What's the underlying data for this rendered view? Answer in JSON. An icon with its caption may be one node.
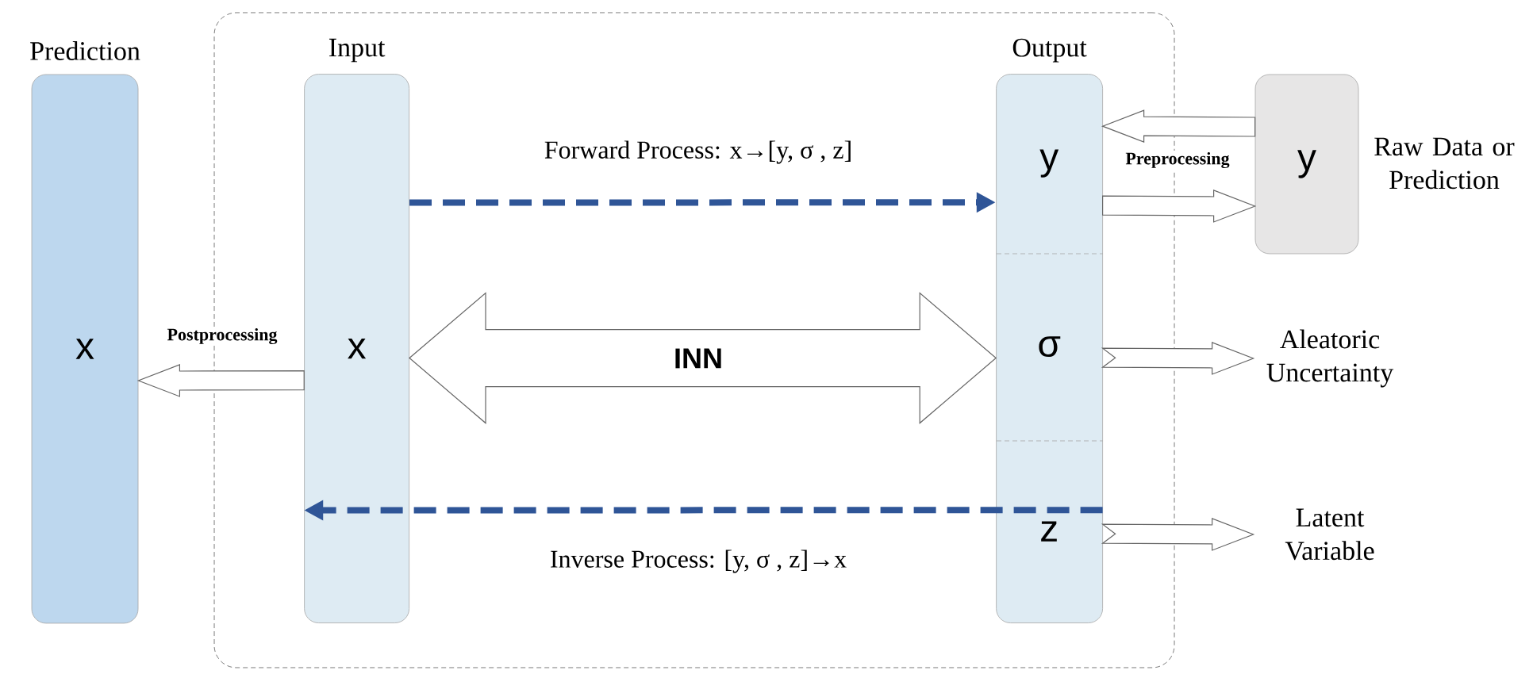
{
  "diagram": {
    "nodes": [
      {
        "text": [
          "Prediction",
          "x"
        ]
      },
      {
        "text": [],
        "shape": "box"
      },
      {
        "text": [
          "Input",
          "x"
        ],
        "in": 1
      },
      {
        "text": [
          "Output"
        ],
        "in": 1
      },
      {
        "text": [
          "y"
        ],
        "in": 3
      },
      {
        "text": [
          "σ"
        ],
        "in": 3
      },
      {
        "text": [
          "z"
        ],
        "in": 3
      },
      {
        "text": [
          "y"
        ],
        "beside": [
          "Raw Data or Prediction"
        ]
      },
      {
        "text": [
          "Aleatoric Uncertainty"
        ]
      },
      {
        "text": [
          "Latent Variable"
        ]
      }
    ],
    "edges": [
      {
        "from": 2,
        "to": 0,
        "arrow": "to",
        "label": "Postprocessing"
      },
      {
        "from": 2,
        "to": 4,
        "arrow": "to",
        "style": "dashed",
        "color": "#2f5597",
        "label": "Forward Process: x→[y, σ , z]"
      },
      {
        "from": 2,
        "to": 3,
        "arrow": "both",
        "label": "INN"
      },
      {
        "from": 6,
        "to": 2,
        "arrow": "to",
        "style": "dashed",
        "color": "#2f5597",
        "label": "Inverse Process: [y, σ , z]→x"
      },
      {
        "from": 7,
        "to": 4,
        "arrow": "to",
        "label": "Preprocessing"
      },
      {
        "from": 4,
        "to": 7,
        "arrow": "to"
      },
      {
        "from": 5,
        "to": 8,
        "arrow": "to"
      },
      {
        "from": 6,
        "to": 9,
        "arrow": "to"
      }
    ]
  }
}
